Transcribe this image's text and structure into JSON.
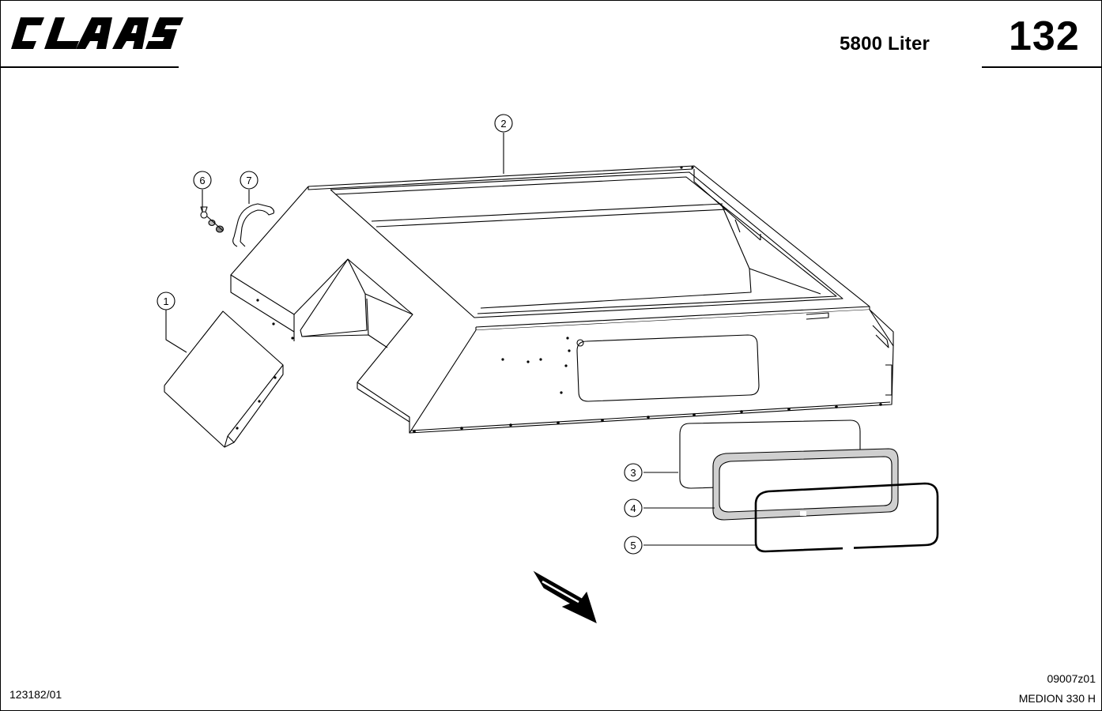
{
  "header": {
    "brand": "CLAAS",
    "model_title": "5800 Liter",
    "page_number": "132"
  },
  "footer": {
    "doc_number": "123182/01",
    "drawing_code": "09007z01",
    "model_name": "MEDION 330 H"
  },
  "callouts": [
    {
      "id": "1",
      "label": "1"
    },
    {
      "id": "2",
      "label": "2"
    },
    {
      "id": "3",
      "label": "3"
    },
    {
      "id": "4",
      "label": "4"
    },
    {
      "id": "5",
      "label": "5"
    },
    {
      "id": "6",
      "label": "6"
    },
    {
      "id": "7",
      "label": "7"
    }
  ],
  "colors": {
    "ink": "#000000",
    "paper": "#ffffff",
    "seal_fill": "#cfcfcf"
  }
}
